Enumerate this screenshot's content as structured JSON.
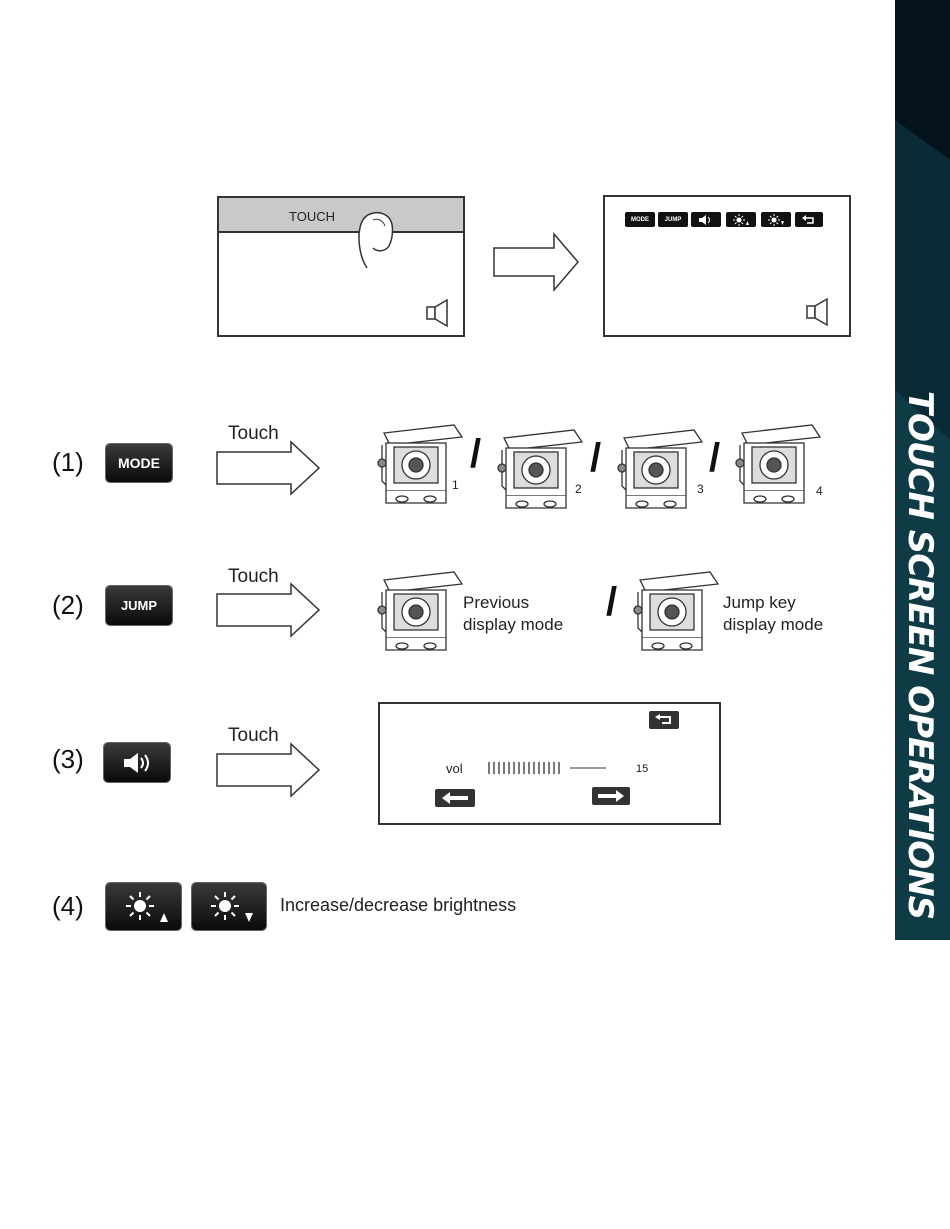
{
  "side_tab": {
    "title": "TOUCH SCREEN OPERATIONS",
    "colors": {
      "dark": "#061826",
      "teal": "#0f3640"
    }
  },
  "intro": {
    "touch_label": "TOUCH",
    "menu_buttons": [
      "MODE",
      "JUMP",
      "volume-icon",
      "brightness-up-icon",
      "brightness-down-icon",
      "back-icon"
    ],
    "speaker_icon": "speaker-icon"
  },
  "steps": [
    {
      "number": "(1)",
      "button_label": "MODE",
      "action": "Touch",
      "cameras": [
        "1",
        "2",
        "3",
        "4"
      ]
    },
    {
      "number": "(2)",
      "button_label": "JUMP",
      "action": "Touch",
      "captions": [
        "Previous\ndisplay mode",
        "Jump key\ndisplay mode"
      ]
    },
    {
      "number": "(3)",
      "button_icon": "volume-icon",
      "action": "Touch",
      "volume": {
        "label": "vol",
        "value": "15",
        "level": 15
      }
    },
    {
      "number": "(4)",
      "button_icons": [
        "brightness-up-icon",
        "brightness-down-icon"
      ],
      "description": "Increase/decrease brightness"
    }
  ]
}
